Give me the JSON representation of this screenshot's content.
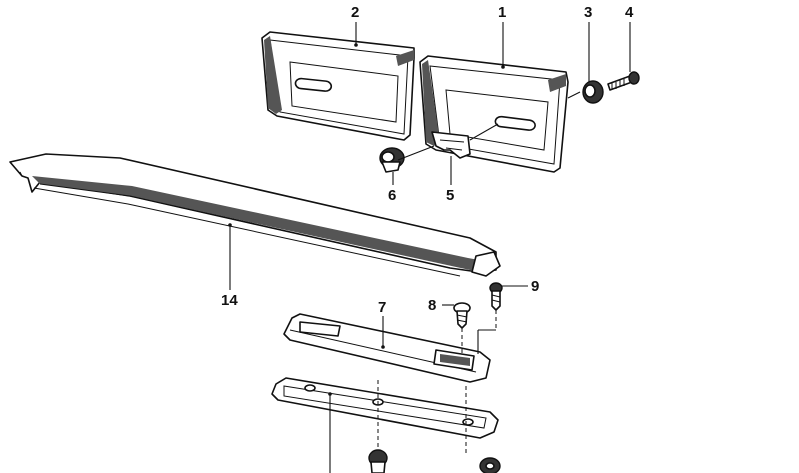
{
  "diagram": {
    "callouts": [
      {
        "id": "c2",
        "text": "2"
      },
      {
        "id": "c1",
        "text": "1"
      },
      {
        "id": "c3",
        "text": "3"
      },
      {
        "id": "c4",
        "text": "4"
      },
      {
        "id": "c6",
        "text": "6"
      },
      {
        "id": "c5",
        "text": "5"
      },
      {
        "id": "c14",
        "text": "14"
      },
      {
        "id": "c9",
        "text": "9"
      },
      {
        "id": "c8",
        "text": "8"
      },
      {
        "id": "c7",
        "text": "7"
      }
    ]
  }
}
